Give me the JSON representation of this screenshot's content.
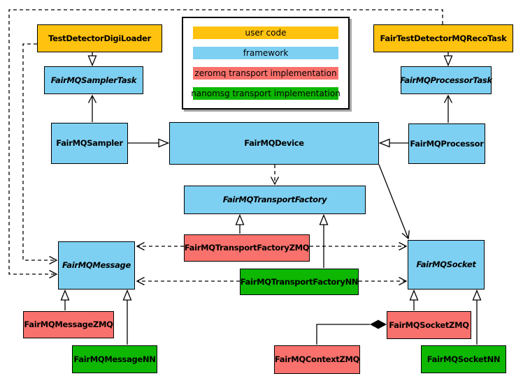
{
  "diagram": {
    "kind": "uml-class-diagram",
    "colors": {
      "user_code": "#FFC20E",
      "framework": "#7ED0F2",
      "zeromq": "#F9716C",
      "nanomsg": "#0DB702",
      "border": "#000000",
      "background": "#FFFFFF"
    },
    "legend": {
      "items": [
        {
          "label": "user code",
          "category": "user_code"
        },
        {
          "label": "framework",
          "category": "framework"
        },
        {
          "label": "zeromq transport implementation",
          "category": "zeromq"
        },
        {
          "label": "nanomsg transport implementation",
          "category": "nanomsg"
        }
      ]
    },
    "nodes": {
      "testDetectorDigiLoader": {
        "label": "TestDetectorDigiLoader",
        "category": "user_code",
        "abstract": false
      },
      "fairTestDetectorMQRecoTask": {
        "label": "FairTestDetectorMQRecoTask",
        "category": "user_code",
        "abstract": false
      },
      "fairMQSamplerTask": {
        "label": "FairMQSamplerTask",
        "category": "framework",
        "abstract": true
      },
      "fairMQProcessorTask": {
        "label": "FairMQProcessorTask",
        "category": "framework",
        "abstract": true
      },
      "fairMQSampler": {
        "label": "FairMQSampler",
        "category": "framework",
        "abstract": false
      },
      "fairMQDevice": {
        "label": "FairMQDevice",
        "category": "framework",
        "abstract": false
      },
      "fairMQProcessor": {
        "label": "FairMQProcessor",
        "category": "framework",
        "abstract": false
      },
      "fairMQTransportFactory": {
        "label": "FairMQTransportFactory",
        "category": "framework",
        "abstract": true
      },
      "fairMQMessage": {
        "label": "FairMQMessage",
        "category": "framework",
        "abstract": true
      },
      "fairMQSocket": {
        "label": "FairMQSocket",
        "category": "framework",
        "abstract": true
      },
      "fairMQTransportFactoryZMQ": {
        "label": "FairMQTransportFactoryZMQ",
        "category": "zeromq",
        "abstract": false
      },
      "fairMQTransportFactoryNN": {
        "label": "FairMQTransportFactoryNN",
        "category": "nanomsg",
        "abstract": false
      },
      "fairMQMessageZMQ": {
        "label": "FairMQMessageZMQ",
        "category": "zeromq",
        "abstract": false
      },
      "fairMQMessageNN": {
        "label": "FairMQMessageNN",
        "category": "nanomsg",
        "abstract": false
      },
      "fairMQSocketZMQ": {
        "label": "FairMQSocketZMQ",
        "category": "zeromq",
        "abstract": false
      },
      "fairMQSocketNN": {
        "label": "FairMQSocketNN",
        "category": "nanomsg",
        "abstract": false
      },
      "fairMQContextZMQ": {
        "label": "FairMQContextZMQ",
        "category": "zeromq",
        "abstract": false
      }
    },
    "edges": [
      {
        "from": "TestDetectorDigiLoader",
        "to": "FairMQSamplerTask",
        "type": "inheritance",
        "style": "solid"
      },
      {
        "from": "FairTestDetectorMQRecoTask",
        "to": "FairMQProcessorTask",
        "type": "inheritance",
        "style": "solid"
      },
      {
        "from": "FairMQSampler",
        "to": "FairMQDevice",
        "type": "inheritance",
        "style": "solid"
      },
      {
        "from": "FairMQProcessor",
        "to": "FairMQDevice",
        "type": "inheritance",
        "style": "solid"
      },
      {
        "from": "FairMQSampler",
        "to": "FairMQSamplerTask",
        "type": "association",
        "style": "solid"
      },
      {
        "from": "FairMQProcessor",
        "to": "FairMQProcessorTask",
        "type": "association",
        "style": "solid"
      },
      {
        "from": "FairMQDevice",
        "to": "FairMQTransportFactory",
        "type": "dependency",
        "style": "dashed"
      },
      {
        "from": "FairMQDevice",
        "to": "FairMQSocket",
        "type": "association",
        "style": "solid"
      },
      {
        "from": "FairMQTransportFactoryZMQ",
        "to": "FairMQTransportFactory",
        "type": "inheritance",
        "style": "solid"
      },
      {
        "from": "FairMQTransportFactoryNN",
        "to": "FairMQTransportFactory",
        "type": "inheritance",
        "style": "solid"
      },
      {
        "from": "FairMQTransportFactoryZMQ",
        "to": "FairMQMessage",
        "type": "dependency",
        "style": "dashed"
      },
      {
        "from": "FairMQTransportFactoryZMQ",
        "to": "FairMQSocket",
        "type": "dependency",
        "style": "dashed"
      },
      {
        "from": "FairMQTransportFactoryNN",
        "to": "FairMQMessage",
        "type": "dependency",
        "style": "dashed"
      },
      {
        "from": "FairMQTransportFactoryNN",
        "to": "FairMQSocket",
        "type": "dependency",
        "style": "dashed"
      },
      {
        "from": "TestDetectorDigiLoader",
        "to": "FairMQMessage",
        "type": "dependency",
        "style": "dashed"
      },
      {
        "from": "FairTestDetectorMQRecoTask",
        "to": "FairMQMessage",
        "type": "dependency",
        "style": "dashed"
      },
      {
        "from": "FairMQMessageZMQ",
        "to": "FairMQMessage",
        "type": "inheritance",
        "style": "solid"
      },
      {
        "from": "FairMQMessageNN",
        "to": "FairMQMessage",
        "type": "inheritance",
        "style": "solid"
      },
      {
        "from": "FairMQSocketZMQ",
        "to": "FairMQSocket",
        "type": "inheritance",
        "style": "solid"
      },
      {
        "from": "FairMQSocketNN",
        "to": "FairMQSocket",
        "type": "inheritance",
        "style": "solid"
      },
      {
        "from": "FairMQSocketZMQ",
        "to": "FairMQContextZMQ",
        "type": "composition",
        "style": "solid"
      }
    ]
  }
}
